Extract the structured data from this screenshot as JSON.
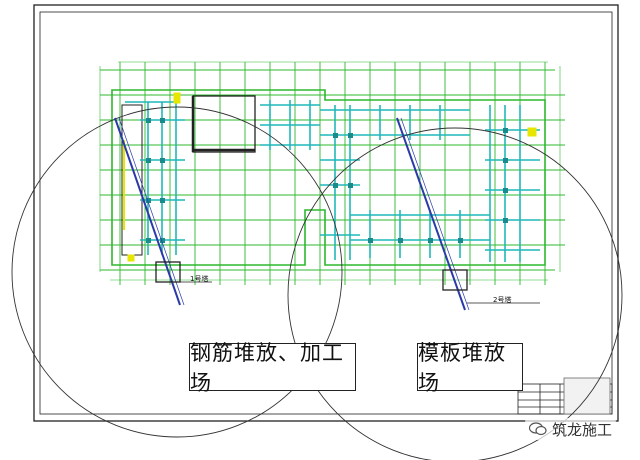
{
  "labels": {
    "rebar_area": "钢筋堆放、加工场",
    "formwork_area": "模板堆放场",
    "crane_1": "1号塔",
    "crane_2": "2号塔"
  },
  "watermark": {
    "text": "筑龙施工"
  },
  "colors": {
    "grid_green": "#2db82d",
    "structure_cyan": "#1fb8b8",
    "crane_blue": "#2a3aa8",
    "outline_black": "#222222",
    "accent_yellow": "#e6e600"
  }
}
